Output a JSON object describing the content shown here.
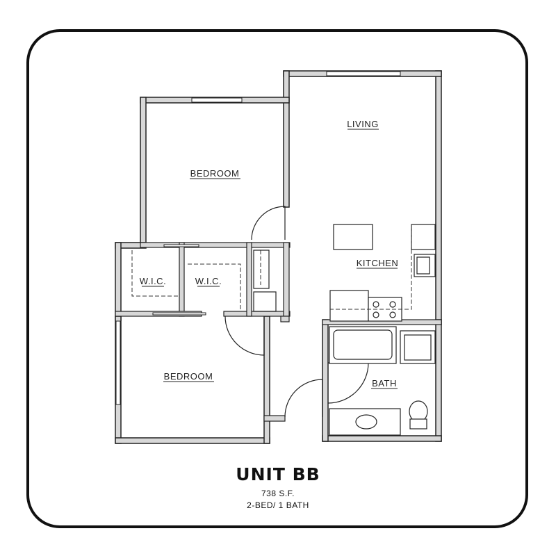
{
  "unit": {
    "title": "UNIT  BB",
    "area": "738 S.F.",
    "beds_baths": "2-BED/ 1 BATH"
  },
  "rooms": {
    "living": "LIVING",
    "bedroom_upper": "BEDROOM",
    "bedroom_lower": "BEDROOM",
    "wic_left": "W.I.C.",
    "wic_right": "W.I.C.",
    "kitchen": "KITCHEN",
    "bath": "BATH"
  },
  "colors": {
    "wall_fill": "#d8d8d8",
    "wall_stroke": "#222222",
    "frame": "#111111"
  }
}
